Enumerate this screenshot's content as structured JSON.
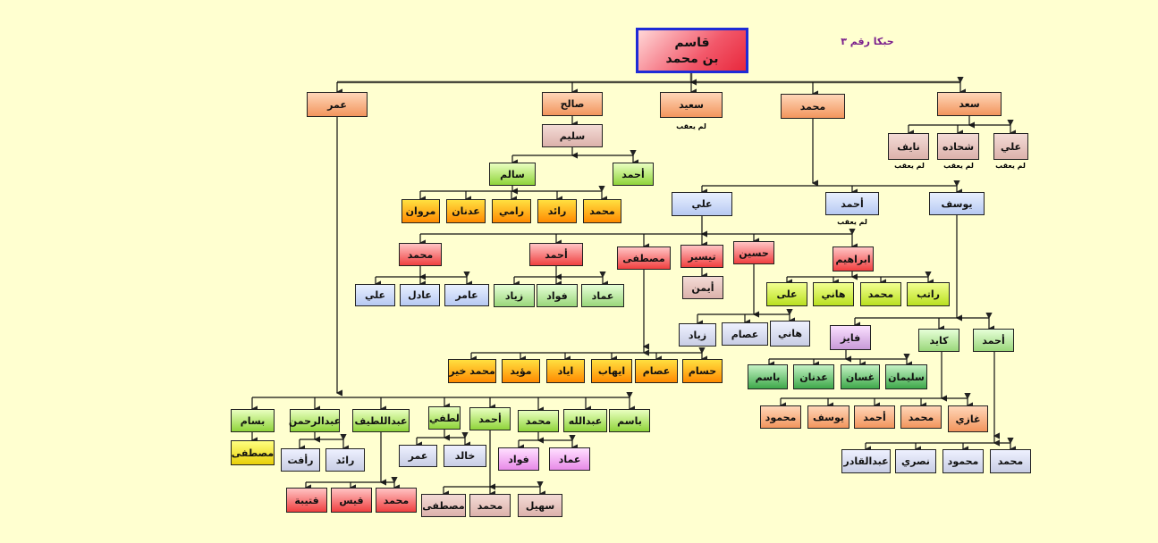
{
  "title": "حبكا رقم ٣",
  "root": {
    "line1": "قاسم",
    "line2": "بن محمد"
  },
  "note_label": "لم يعقب",
  "nodes": {
    "umar": "عمر",
    "salih": "صالح",
    "said": "سعيد",
    "muhammad": "محمد",
    "saad": "سعد",
    "ali1": "علي",
    "shihada": "شحاده",
    "nayif": "نايف",
    "salim": "سليم",
    "salem": "سالم",
    "ahmad_s": "أحمد",
    "s_muhammad": "محمد",
    "s_raid": "رائد",
    "s_rami": "رامي",
    "s_adnan": "عدنان",
    "s_marwan": "مروان",
    "ali2": "علي",
    "ahmad2": "أحمد",
    "yusuf": "يوسف",
    "a_muhammad": "محمد",
    "a_ahmad": "أحمد",
    "mustafa": "مصطفى",
    "taysir": "تيسير",
    "husayn": "حسين",
    "ibrahim": "ابراهيم",
    "m_amir": "عامر",
    "m_adil": "عادل",
    "m_ali": "علي",
    "ah_ammad": "عماد",
    "ah_fuad": "فواد",
    "ah_ziyad": "زياد",
    "ayman": "أيمن",
    "h_hani": "هاني",
    "h_isam": "عصام",
    "h_ziyad": "زياد",
    "ib_ratib": "راتب",
    "ib_muhammad": "محمد",
    "ib_hani": "هاني",
    "ib_ali": "علی",
    "ms_husam": "حسام",
    "ms_isam": "عصام",
    "ms_ihab": "ايهاب",
    "ms_iyad": "اياد",
    "ms_muayyad": "مؤيد",
    "ms_mkhayr": "محمد خير",
    "fayiz": "فايز",
    "kayid": "كايد",
    "y_ahmad": "أحمد",
    "f_sulayman": "سليمان",
    "f_ghassan": "غسان",
    "f_adnan": "عدنان",
    "f_basim": "باسم",
    "k_ghazi": "غازي",
    "k_muhammad": "محمد",
    "k_ahmad": "أحمد",
    "k_yusuf": "يوسف",
    "k_mahmud": "محمود",
    "ya_muhammad": "محمد",
    "ya_mahmud": "محمود",
    "ya_nasri": "نصري",
    "ya_abdulqadir": "عبدالقادر",
    "u_bassam": "بسام",
    "u_abdulrahman": "عبدالرحمن",
    "u_abdullatif": "عبداللطيف",
    "u_lutfi": "لطفي",
    "u_ahmad": "أحمد",
    "u_muhammad": "محمد",
    "u_abdullah": "عبدالله",
    "u_basim": "باسم",
    "b_mustafa": "مصطفى",
    "ar_raid": "رائد",
    "ar_rafat": "رأفت",
    "al_muhammad": "محمد",
    "al_qays": "قيس",
    "al_qutayba": "قتيبة",
    "l_khalid": "خالد",
    "l_umar": "عمر",
    "um_ammad": "عماد",
    "um_fuad": "فواد",
    "ua_suhayl": "سهيل",
    "ua_muhammad": "محمد",
    "ua_mustafa": "مصطفى"
  }
}
